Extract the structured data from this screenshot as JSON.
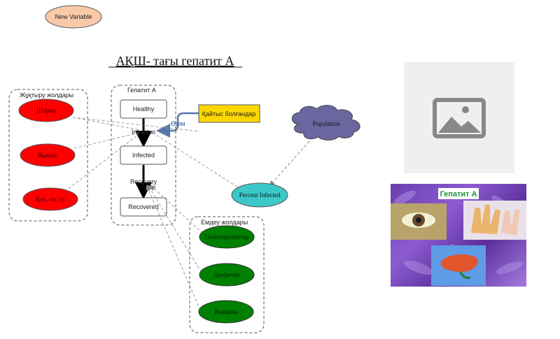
{
  "title": "АҚШ- тағы гепатит А",
  "new_variable": "New Variable",
  "transmission_group": {
    "label": "Жұқтыру жолдары",
    "items": [
      "Шприц",
      "Жыныс",
      "Қол, лас су"
    ]
  },
  "hepatitis_group": {
    "label": "Гепатит А",
    "stocks": [
      "Healthy",
      "Infected",
      "Recovered"
    ],
    "flows": [
      "Infection",
      "Recovery"
    ]
  },
  "treatment_group": {
    "label": "Емдеу жолдары",
    "items": [
      "Гепатопротектор",
      "Диуретик",
      "Вакцина"
    ]
  },
  "died": {
    "box_label": "Қайтыс болғандар",
    "flow_label": "Өлім"
  },
  "population_label": "Population",
  "percent_infected_label": "Percent Infected",
  "photo_caption": "Гепатит А",
  "colors": {
    "transmission": "#ff0000",
    "treatment": "#008000",
    "died_box": "#ffd700",
    "population": "#6a67a0",
    "percent": "#3cc8c8",
    "new_variable": "#f9caa8"
  }
}
